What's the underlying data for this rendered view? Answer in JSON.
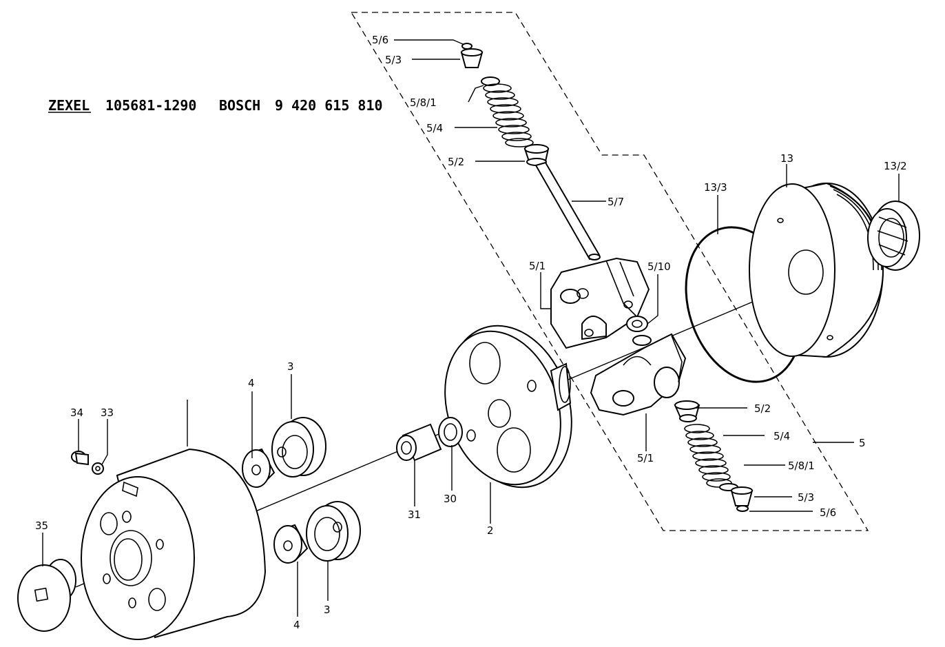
{
  "header": {
    "brand1": "ZEXEL",
    "number1": "105681-1290",
    "brand2": "BOSCH",
    "number2": "9 420 615 810"
  },
  "labels": {
    "p5_6_top": "5/6",
    "p5_3_top": "5/3",
    "p5_8_1_top": "5/8/1",
    "p5_4_top": "5/4",
    "p5_2_top": "5/2",
    "p5_7": "5/7",
    "p5_1_top": "5/1",
    "p5_10": "5/10",
    "p13_3": "13/3",
    "p13": "13",
    "p13_2": "13/2",
    "p5_2_bot": "5/2",
    "p5_4_bot": "5/4",
    "p5": "5",
    "p5_8_1_bot": "5/8/1",
    "p5_3_bot": "5/3",
    "p5_6_bot": "5/6",
    "p5_1_bot": "5/1",
    "p2": "2",
    "p30": "30",
    "p31": "31",
    "p4_top": "4",
    "p3_top": "3",
    "p4_bot": "4",
    "p3_bot": "3",
    "p34": "34",
    "p33": "33",
    "p35": "35"
  }
}
